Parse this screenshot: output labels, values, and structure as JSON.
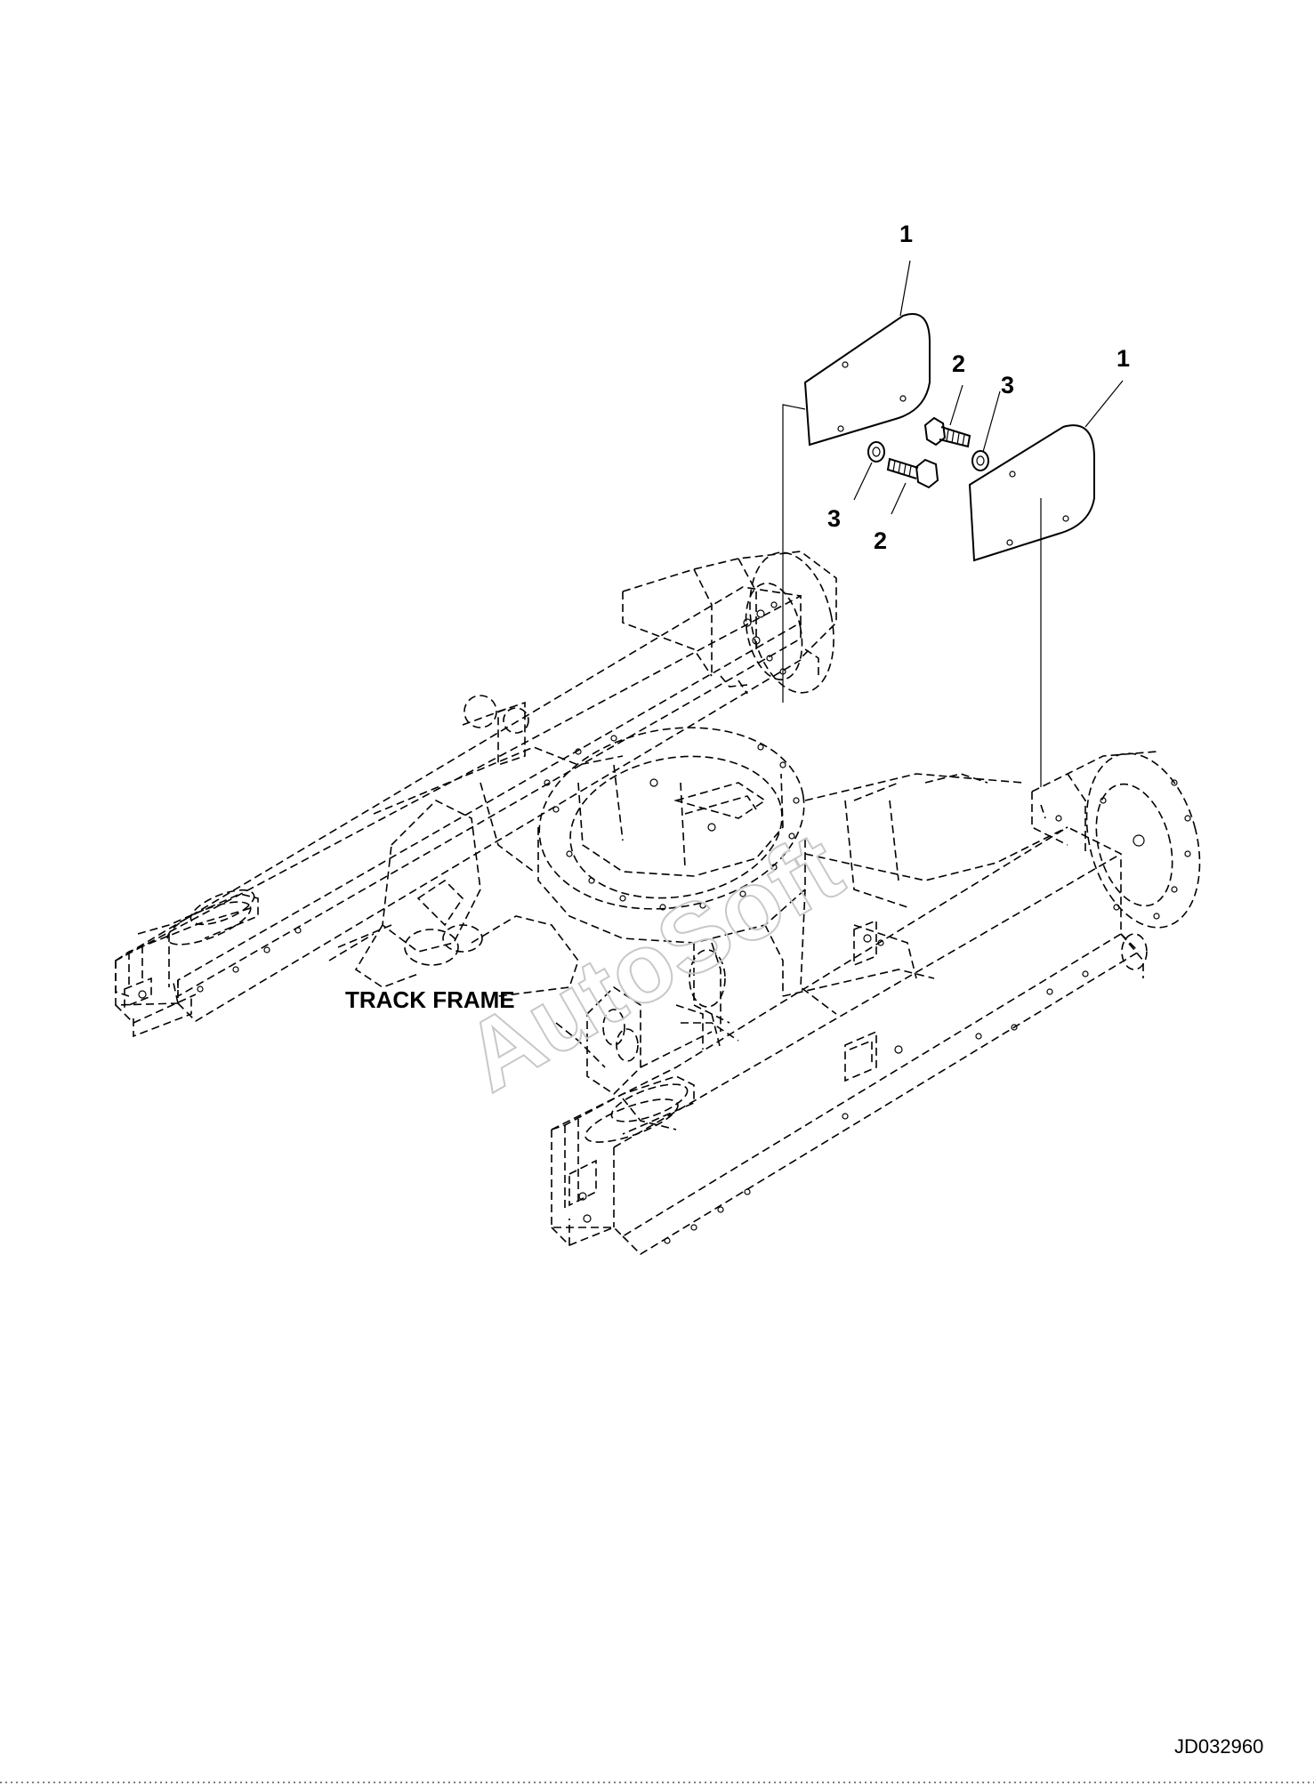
{
  "diagram": {
    "callouts": {
      "c1a": "1",
      "c1b": "1",
      "c2a": "2",
      "c2b": "2",
      "c3a": "3",
      "c3b": "3"
    },
    "assembly_label": "TRACK FRAME",
    "watermark": "AutoSoft",
    "drawing_number": "JD032960"
  }
}
